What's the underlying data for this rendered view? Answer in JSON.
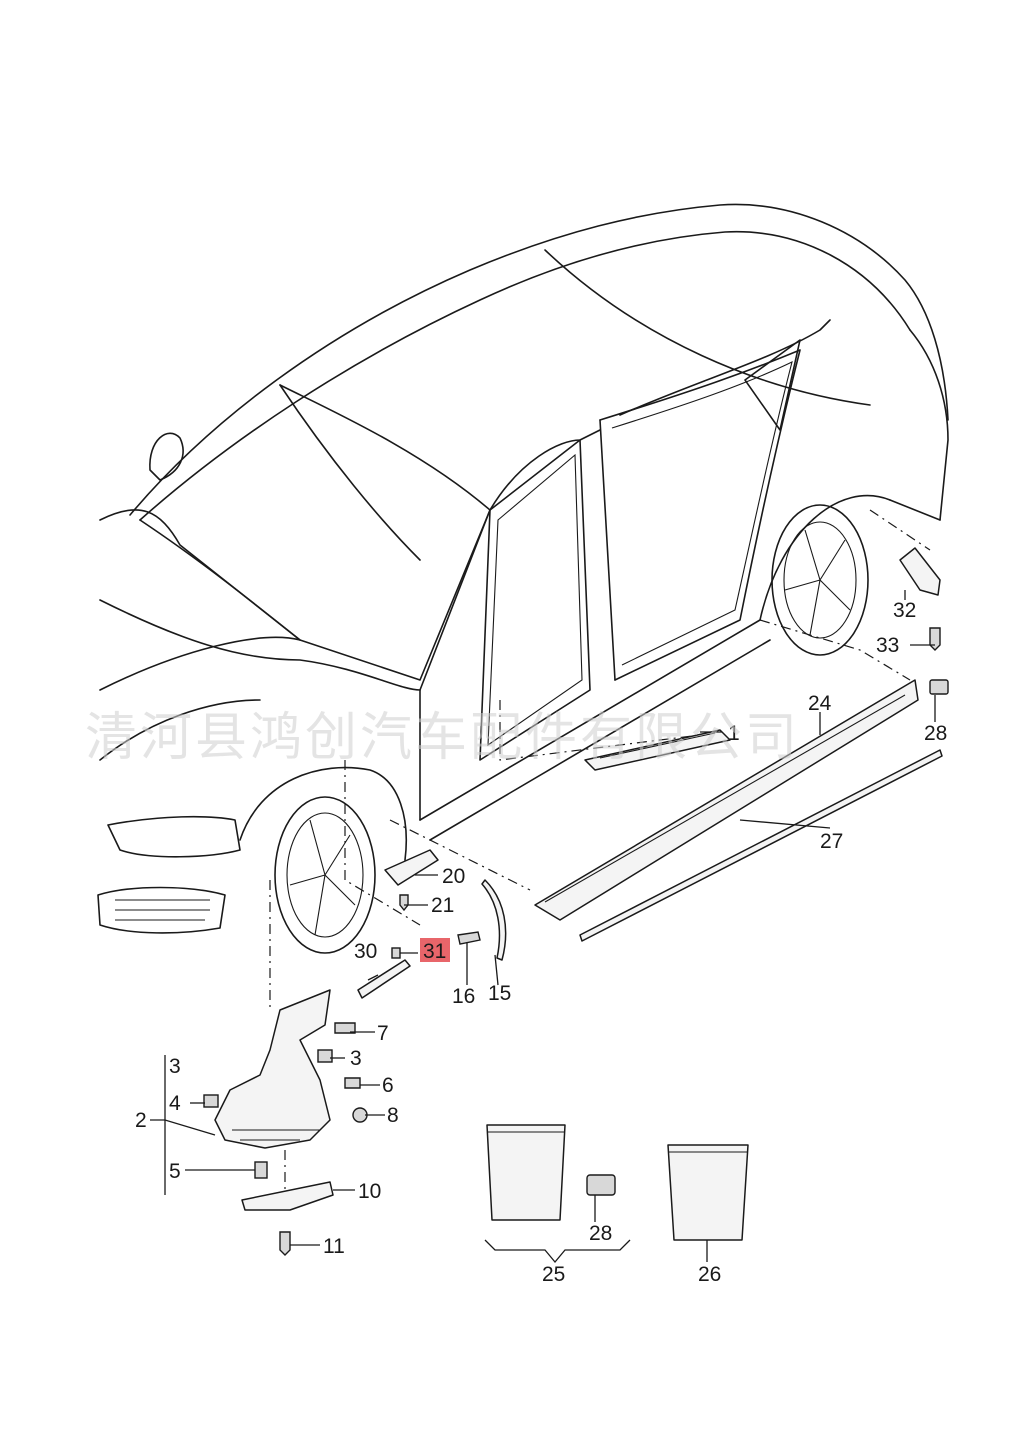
{
  "watermark": "清河县鸿创汽车配件有限公司",
  "highlight_color": "#e8656a",
  "callouts": {
    "n1": "1",
    "n2": "2",
    "n3a": "3",
    "n3b": "3",
    "n4": "4",
    "n5": "5",
    "n6": "6",
    "n7": "7",
    "n8": "8",
    "n10": "10",
    "n11": "11",
    "n15": "15",
    "n16": "16",
    "n20": "20",
    "n21": "21",
    "n24": "24",
    "n25": "25",
    "n26": "26",
    "n27": "27",
    "n28a": "28",
    "n28b": "28",
    "n30": "30",
    "n31": "31",
    "n32": "32",
    "n33": "33"
  }
}
